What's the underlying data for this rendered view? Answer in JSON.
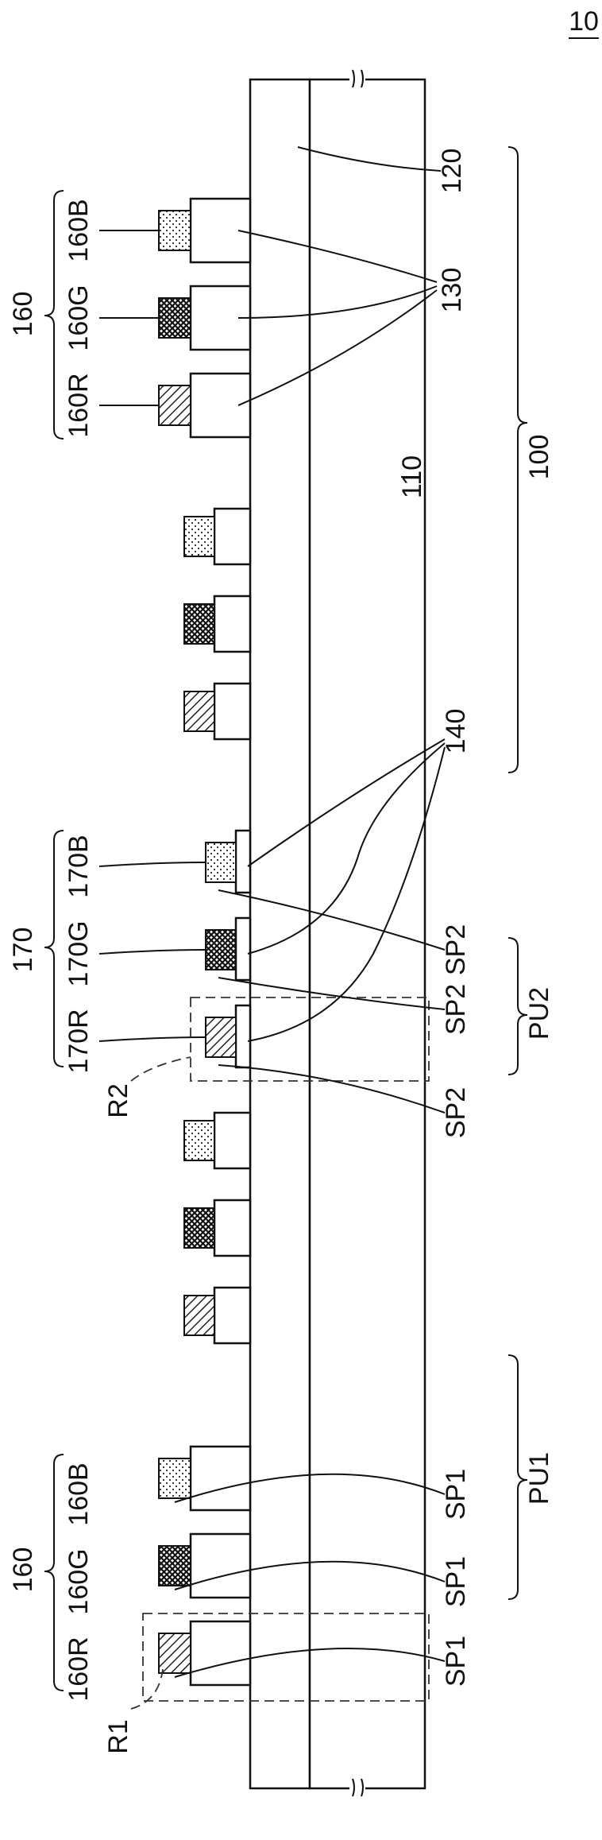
{
  "figure": {
    "number": "10",
    "layers": {
      "top": "120",
      "bottom": "110",
      "substrate": "100",
      "pads_large": "130",
      "pads_small": "140"
    },
    "groups": {
      "led_160": {
        "group": "160",
        "red": "160R",
        "green": "160G",
        "blue": "160B"
      },
      "led_170": {
        "group": "170",
        "red": "170R",
        "green": "170G",
        "blue": "170B"
      }
    },
    "subpixel_1": "SP1",
    "subpixel_2": "SP2",
    "pixel_unit_1": "PU1",
    "pixel_unit_2": "PU2",
    "region_1": "R1",
    "region_2": "R2"
  }
}
